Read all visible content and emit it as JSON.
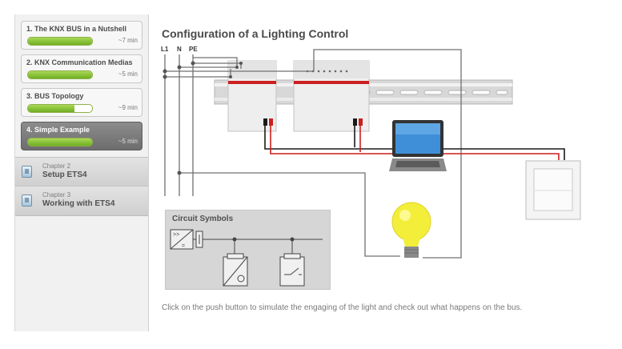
{
  "sidebar": {
    "lessons": [
      {
        "label": "1. The KNX BUS in a Nutshell",
        "duration": "~7 min",
        "progress": 1.0
      },
      {
        "label": "2. KNX Communication Medias",
        "duration": "~5 min",
        "progress": 1.0
      },
      {
        "label": "3. BUS Topology",
        "duration": "~9 min",
        "progress": 0.72
      },
      {
        "label": "4. Simple Example",
        "duration": "~5 min",
        "progress": 1.0
      }
    ],
    "chapters": [
      {
        "number": "Chapter 2",
        "title": "Setup ETS4"
      },
      {
        "number": "Chapter 3",
        "title": "Working with ETS4"
      }
    ]
  },
  "main": {
    "title": "Configuration of a Lighting Control",
    "wire_labels": {
      "l1": "L1",
      "n": "N",
      "pe": "PE"
    },
    "circuit_title": "Circuit Symbols",
    "instruction": "Click on the push button to simulate the engaging of the light and check out what happens on the bus."
  },
  "colors": {
    "bus_red": "#cc1f1f",
    "progress_green": "#6fae22",
    "bulb_yellow": "#f2ee3a"
  }
}
